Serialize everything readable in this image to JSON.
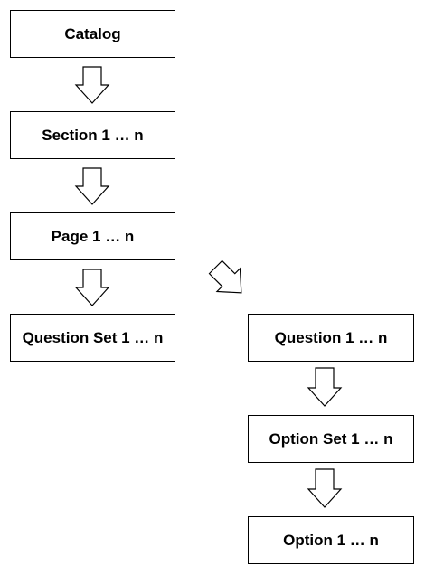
{
  "diagram": {
    "nodes": [
      {
        "id": "catalog",
        "label": "Catalog"
      },
      {
        "id": "section",
        "label": "Section 1 … n"
      },
      {
        "id": "page",
        "label": "Page 1 … n"
      },
      {
        "id": "question-set",
        "label": "Question Set 1 … n"
      },
      {
        "id": "question",
        "label": "Question 1 … n"
      },
      {
        "id": "option-set",
        "label": "Option Set 1 … n"
      },
      {
        "id": "option",
        "label": "Option 1 … n"
      }
    ],
    "edges": [
      {
        "from": "catalog",
        "to": "section"
      },
      {
        "from": "section",
        "to": "page"
      },
      {
        "from": "page",
        "to": "question-set"
      },
      {
        "from": "page",
        "to": "question"
      },
      {
        "from": "question",
        "to": "option-set"
      },
      {
        "from": "option-set",
        "to": "option"
      }
    ],
    "colors": {
      "stroke": "#000000",
      "fill": "#ffffff",
      "text": "#000000"
    }
  }
}
